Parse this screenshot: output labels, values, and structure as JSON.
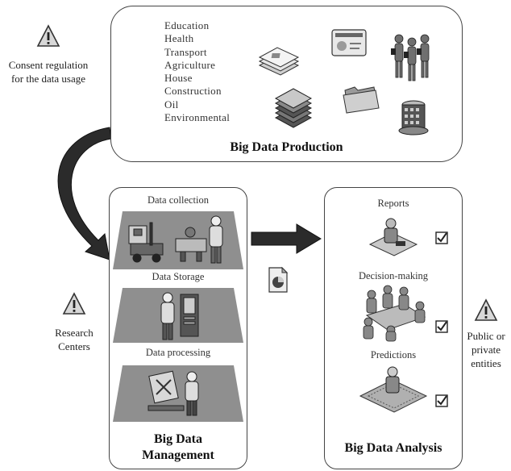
{
  "production": {
    "categories": [
      "Education",
      "Health",
      "Transport",
      "Agriculture",
      "House",
      "Construction",
      "Oil",
      "Environmental"
    ],
    "title": "Big Data Production"
  },
  "management": {
    "stages": [
      "Data collection",
      "Data Storage",
      "Data processing"
    ],
    "title_line1": "Big Data",
    "title_line2": "Management"
  },
  "analysis": {
    "stages": [
      "Reports",
      "Decision-making",
      "Predictions"
    ],
    "title": "Big Data Analysis"
  },
  "warnings": {
    "consent_line1": "Consent regulation",
    "consent_line2": "for the data usage",
    "research_line1": "Research",
    "research_line2": "Centers",
    "public_line1": "Public or",
    "public_line2": "private",
    "public_line3": "entities"
  },
  "colors": {
    "border": "#444444",
    "platform": "#8f8f8f",
    "arrow": "#2b2b2b",
    "warning_fill": "#dcdcdc"
  },
  "icons": [
    "warning-icon",
    "document-icon",
    "folder-icon",
    "people-icon",
    "building-icon",
    "server-icon",
    "microscope-icon",
    "meeting-icon",
    "checkbox-icon",
    "pie-chart-document-icon"
  ]
}
